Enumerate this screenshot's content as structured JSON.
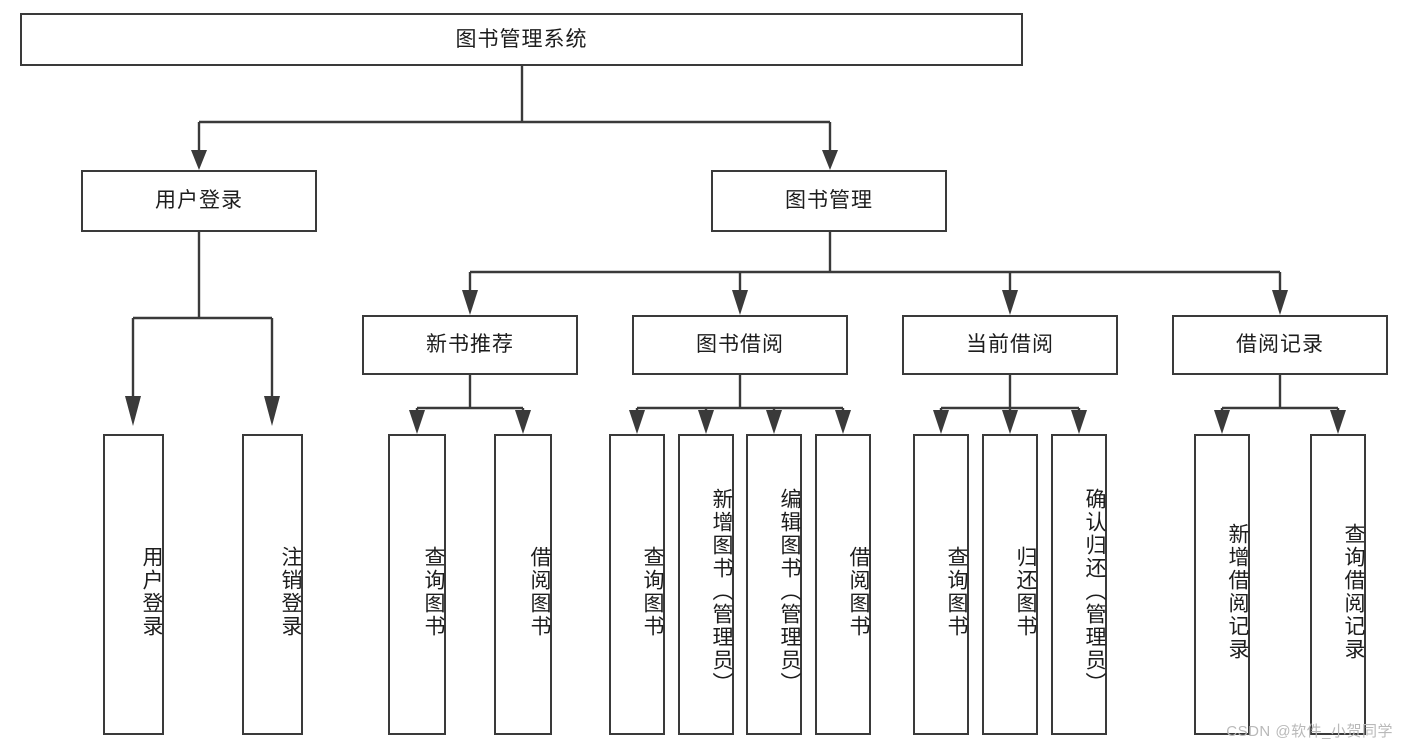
{
  "diagram": {
    "title_node": {
      "label": "图书管理系统"
    },
    "level2": [
      {
        "id": "user-login",
        "label": "用户登录"
      },
      {
        "id": "book-management",
        "label": "图书管理"
      }
    ],
    "level3": [
      {
        "id": "new-book-recommend",
        "label": "新书推荐"
      },
      {
        "id": "book-borrow",
        "label": "图书借阅"
      },
      {
        "id": "current-borrow",
        "label": "当前借阅"
      },
      {
        "id": "borrow-record",
        "label": "借阅记录"
      }
    ],
    "leaves": {
      "user_login": [
        {
          "id": "leaf-user-login",
          "label": "用户登录"
        },
        {
          "id": "leaf-logout-login",
          "label": "注销登录"
        }
      ],
      "new_book_recommend": [
        {
          "id": "leaf-query-book-1",
          "label": "查询图书"
        },
        {
          "id": "leaf-borrow-book-1",
          "label": "借阅图书"
        }
      ],
      "book_borrow": [
        {
          "id": "leaf-query-book-2",
          "label": "查询图书"
        },
        {
          "id": "leaf-add-book",
          "label": "新增图书（管理员）"
        },
        {
          "id": "leaf-edit-book",
          "label": "编辑图书（管理员）"
        },
        {
          "id": "leaf-borrow-book-2",
          "label": "借阅图书"
        }
      ],
      "current_borrow": [
        {
          "id": "leaf-query-book-3",
          "label": "查询图书"
        },
        {
          "id": "leaf-return-book",
          "label": "归还图书"
        },
        {
          "id": "leaf-confirm-return",
          "label": "确认归还（管理员）"
        }
      ],
      "borrow_record": [
        {
          "id": "leaf-add-record",
          "label": "新增借阅记录"
        },
        {
          "id": "leaf-query-record",
          "label": "查询借阅记录"
        }
      ]
    },
    "watermark": "CSDN @软件_小贺同学",
    "colors": {
      "stroke": "#3a3a3a",
      "fill": "#ffffff",
      "text": "#1d1d1d",
      "watermark": "#b9b9b9"
    }
  }
}
